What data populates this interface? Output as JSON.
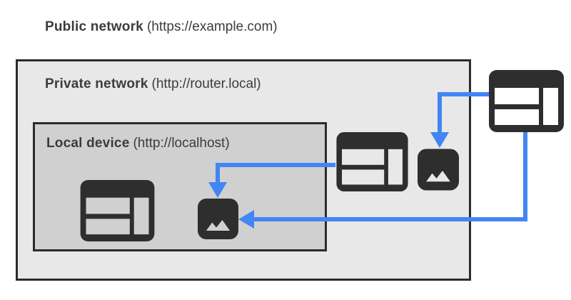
{
  "labels": {
    "public_network": {
      "bold": "Public network",
      "detail": "(https://example.com)"
    },
    "private_network": {
      "bold": "Private network",
      "detail": "(http://router.local)"
    },
    "local_device": {
      "bold": "Local device",
      "detail": "(http://localhost)"
    }
  },
  "icons": [
    {
      "name": "browser-icon-public",
      "glyph": "browser-window",
      "location": "public network"
    },
    {
      "name": "browser-icon-private",
      "glyph": "browser-window",
      "location": "private network"
    },
    {
      "name": "image-icon-private",
      "glyph": "image",
      "location": "private network"
    },
    {
      "name": "browser-icon-local",
      "glyph": "browser-window",
      "location": "local device"
    },
    {
      "name": "image-icon-local",
      "glyph": "image",
      "location": "local device"
    }
  ],
  "arrows": [
    {
      "from": "browser-icon-private",
      "to": "image-icon-local",
      "enters": "top"
    },
    {
      "from": "browser-icon-public",
      "to": "image-icon-private",
      "enters": "top"
    },
    {
      "from": "browser-icon-public",
      "to": "image-icon-local",
      "enters": "right"
    }
  ],
  "colors": {
    "arrow_blue": "#4285f4",
    "icon_dark": "#2e2e2e",
    "border_dark": "#2b2b2b",
    "private_bg": "#e8e8e8",
    "local_bg": "#d0d0d0",
    "text": "#3c3c3c"
  }
}
